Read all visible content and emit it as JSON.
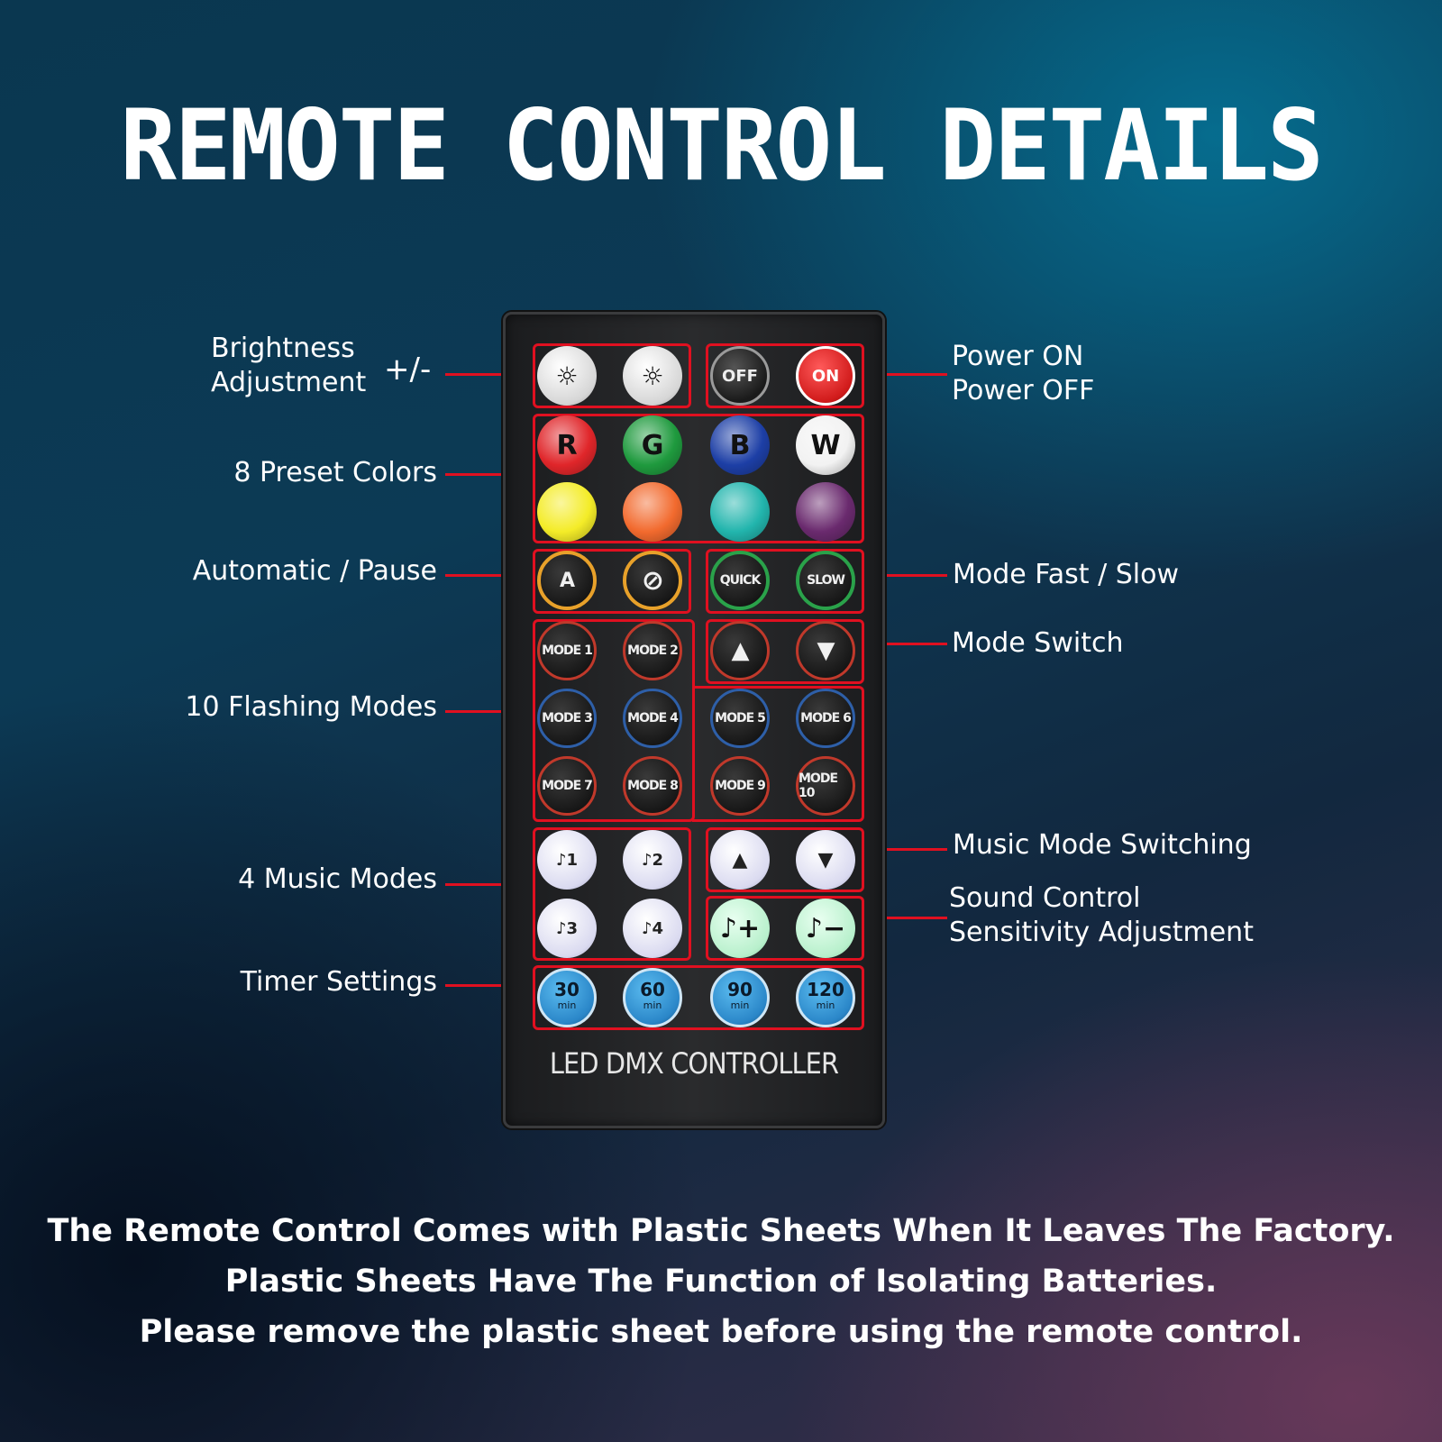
{
  "title": "REMOTE CONTROL DETAILS",
  "labels": {
    "brightness_line1": "Brightness",
    "brightness_line2": "Adjustment",
    "brightness_pm": "+/-",
    "power_on": "Power ON",
    "power_off": "Power OFF",
    "preset_colors": "8 Preset  Colors",
    "auto_pause": "Automatic / Pause",
    "mode_fast_slow": "Mode Fast / Slow",
    "mode_switch": "Mode Switch",
    "flashing_modes": "10 Flashing Modes",
    "music_modes": "4 Music Modes",
    "music_mode_switching": "Music Mode Switching",
    "sound_control_line1": "Sound Control",
    "sound_control_line2": "Sensitivity Adjustment",
    "timer_settings": "Timer Settings"
  },
  "remote": {
    "label": "LED DMX CONTROLLER",
    "power_off_btn": "OFF",
    "power_on_btn": "ON",
    "color_buttons": [
      "R",
      "G",
      "B",
      "W"
    ],
    "color_values": {
      "R": "#e0262a",
      "G": "#1f9a3e",
      "B": "#1d3fa6",
      "W": "#f2f2f2",
      "yellow": "#f4ec28",
      "orange": "#f26a2e",
      "cyan": "#22b5ad",
      "purple": "#6a2a6e"
    },
    "auto_btn": "A",
    "quick_btn": "QUICK",
    "slow_btn": "SLOW",
    "modes": [
      "MODE 1",
      "MODE 2",
      "MODE 3",
      "MODE 4",
      "MODE 5",
      "MODE 6",
      "MODE 7",
      "MODE 8",
      "MODE 9",
      "MODE 10"
    ],
    "music": [
      "♪1",
      "♪2",
      "♪3",
      "♪4"
    ],
    "note_plus": "♪+",
    "note_minus": "♪−",
    "timers": [
      {
        "value": "30",
        "unit": "min"
      },
      {
        "value": "60",
        "unit": "min"
      },
      {
        "value": "90",
        "unit": "min"
      },
      {
        "value": "120",
        "unit": "min"
      }
    ]
  },
  "accent_color": "#e01020",
  "notes": [
    "The Remote Control Comes with Plastic Sheets When It Leaves The Factory.",
    "Plastic Sheets Have The Function of Isolating Batteries.",
    "Please remove the plastic sheet before using the remote control."
  ]
}
